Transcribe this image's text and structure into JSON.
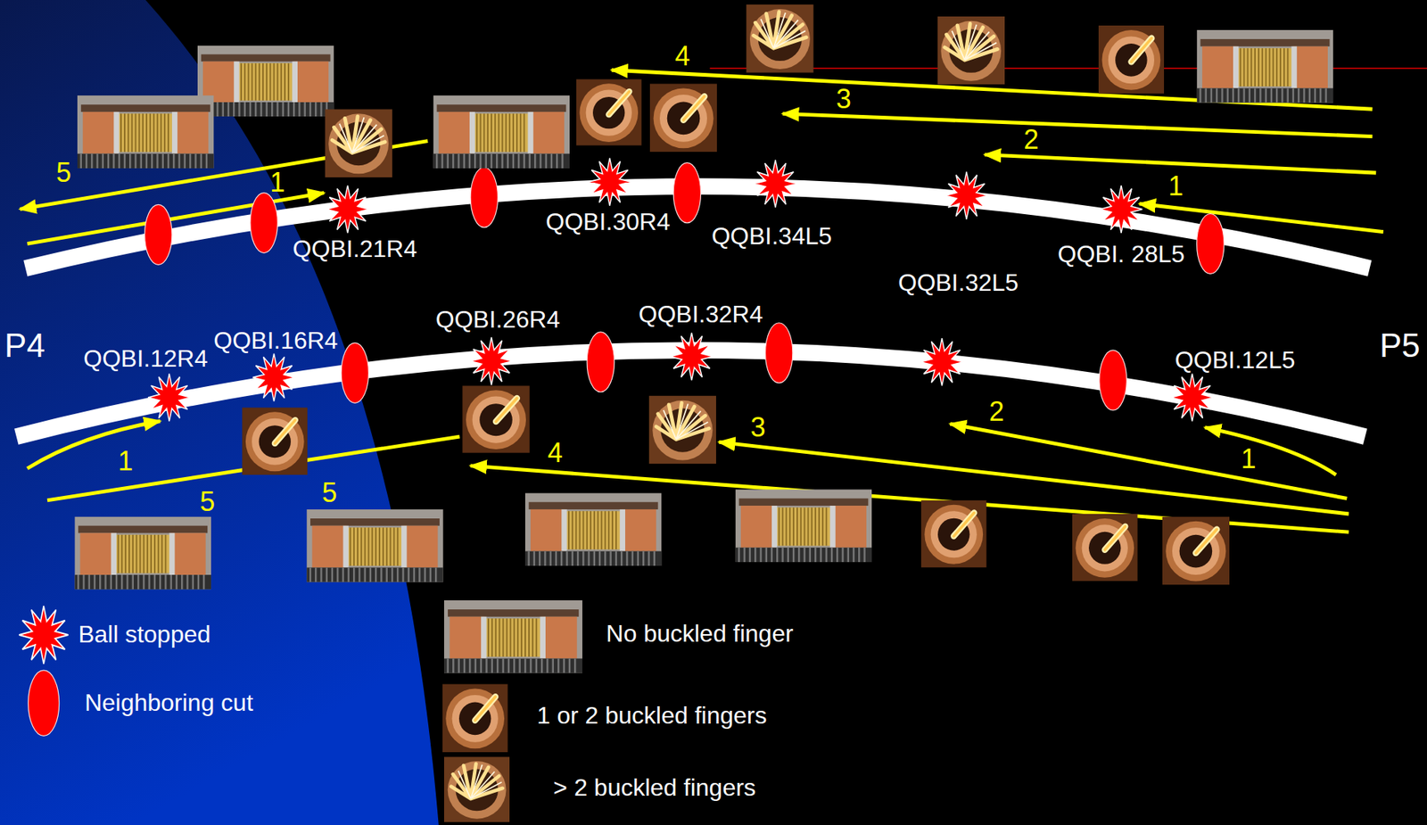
{
  "diagram": {
    "labels": [
      "4",
      "3",
      "2",
      "1",
      "5",
      "1",
      "QQBI.21R4",
      "QQBI.30R4",
      "QQBI.34L5",
      "QQBI. 28L5",
      "QQBI.32L5",
      "P4",
      "QQBI.12R4",
      "QQBI.16R4",
      "QQBI.26R4",
      "QQBI.32R4",
      "QQBI.12L5",
      "P5",
      "2",
      "3",
      "1",
      "1",
      "4",
      "5",
      "5"
    ],
    "legend": [
      {
        "text": "Ball stopped"
      },
      {
        "text": "Neighboring cut"
      },
      {
        "text": "No buckled finger"
      },
      {
        "text": "1 or 2 buckled fingers"
      },
      {
        "text": "> 2 buckled fingers"
      }
    ]
  }
}
